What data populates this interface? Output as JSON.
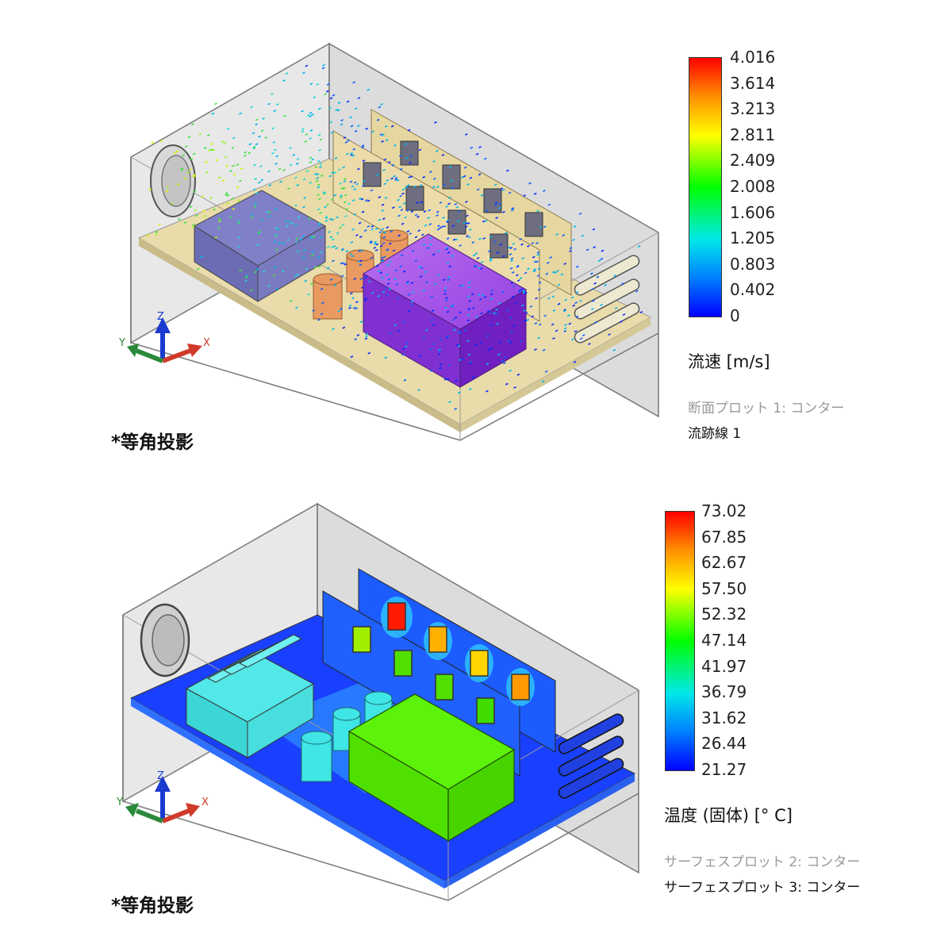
{
  "panels": [
    {
      "legend": {
        "ticks": [
          "4.016",
          "3.614",
          "3.213",
          "2.811",
          "2.409",
          "2.008",
          "1.606",
          "1.205",
          "0.803",
          "0.402",
          "0"
        ],
        "title": "流速 [m/s]"
      },
      "plot_lines": [
        "断面プロット 1: コンター",
        "流跡線 1"
      ],
      "view_label": "*等角投影",
      "axis": {
        "x": "X",
        "y": "Y",
        "z": "Z"
      }
    },
    {
      "legend": {
        "ticks": [
          "73.02",
          "67.85",
          "62.67",
          "57.50",
          "52.32",
          "47.14",
          "41.97",
          "36.79",
          "31.62",
          "26.44",
          "21.27"
        ],
        "title": "温度 (固体) [° C]"
      },
      "plot_lines": [
        "サーフェスプロット 2: コンター",
        "サーフェスプロット 3: コンター"
      ],
      "view_label": "*等角投影",
      "axis": {
        "x": "X",
        "y": "Y",
        "z": "Z"
      }
    }
  ],
  "colors": {
    "scale_max": "#ff0000",
    "scale_mid_high": "#ffff00",
    "scale_mid": "#00ff00",
    "scale_mid_low": "#00e0e0",
    "scale_min": "#0000ff",
    "component_purple": "#9a40e0",
    "component_green": "#5cf20a",
    "board_beige": "#e9dcaa",
    "capacitor_orange": "#e99a60",
    "heatsink_cyan": "#52e8e8",
    "floor_blue": "#1a40ff"
  }
}
